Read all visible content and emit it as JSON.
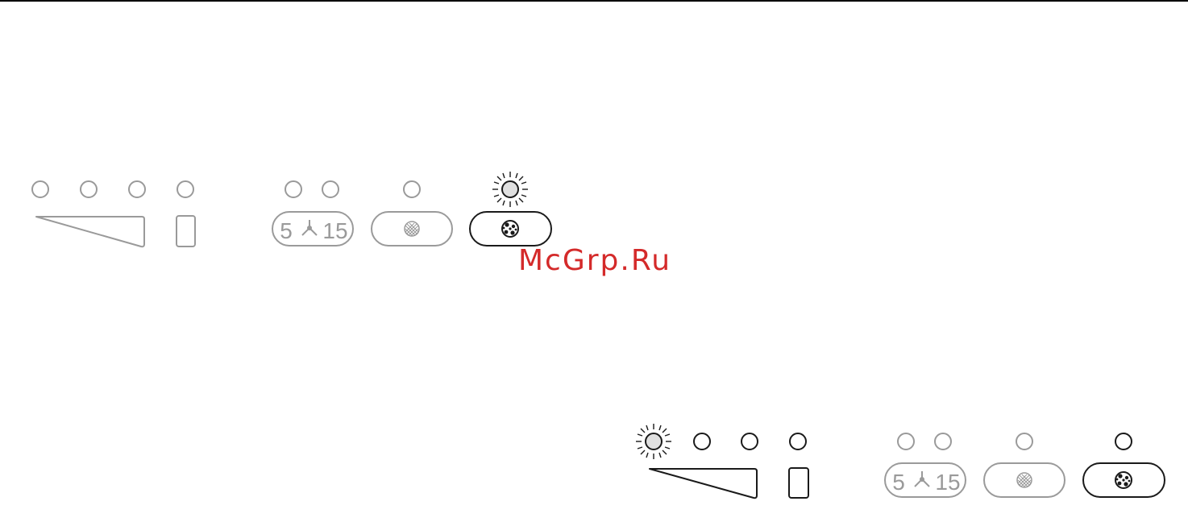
{
  "colors": {
    "inactive": "#9a9a9a",
    "active": "#1a1a1a",
    "led_lit_fill": "#e0e0e0",
    "watermark": "#d42a2a"
  },
  "panels": [
    {
      "name": "top",
      "lit_led": "intensive-led",
      "buttons": {
        "power_level": "inactive",
        "timer": "inactive",
        "fan_timer": "inactive",
        "grease_filter": "inactive",
        "intensive": "active"
      }
    },
    {
      "name": "bottom",
      "lit_led": "power-led-1",
      "buttons": {
        "power_level": "active",
        "timer": "active",
        "fan_timer": "inactive",
        "grease_filter": "inactive",
        "intensive": "active"
      }
    }
  ],
  "fan_timer_label": {
    "left": "5",
    "right": "15"
  },
  "watermark": "McGrp.Ru"
}
